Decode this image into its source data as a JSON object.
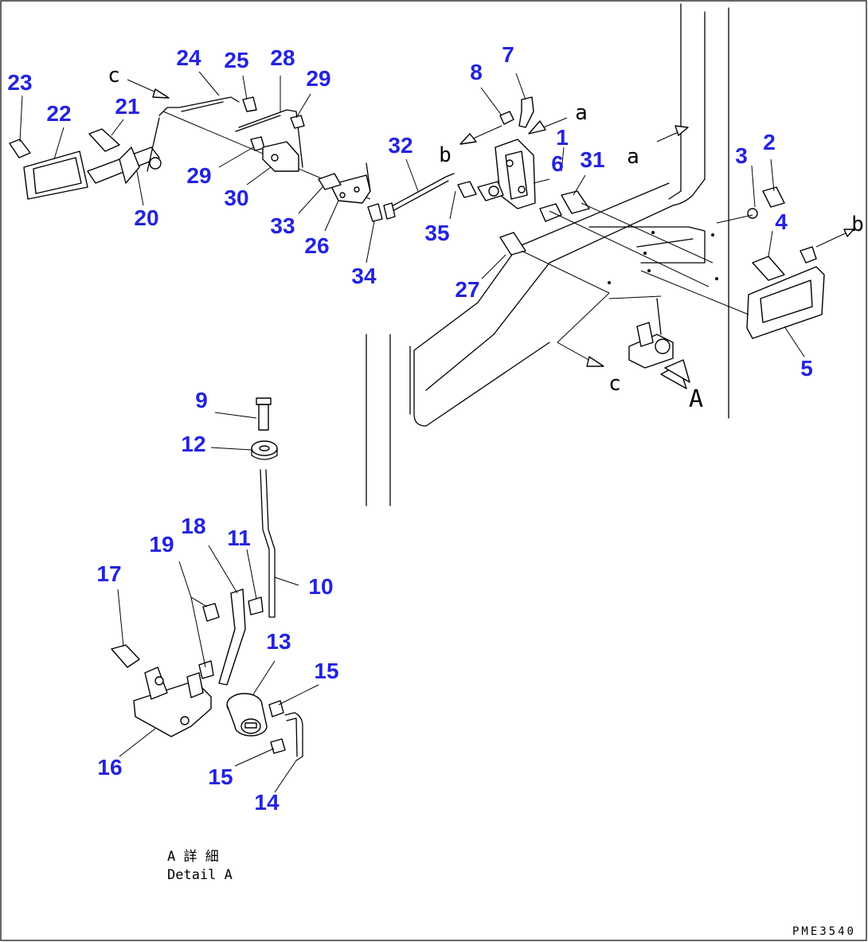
{
  "callouts": {
    "n1": "1",
    "n2": "2",
    "n3": "3",
    "n4": "4",
    "n5": "5",
    "n6": "6",
    "n7": "7",
    "n8": "8",
    "n9": "9",
    "n10": "10",
    "n11": "11",
    "n12": "12",
    "n13": "13",
    "n14": "14",
    "n15a": "15",
    "n15b": "15",
    "n16": "16",
    "n17": "17",
    "n18": "18",
    "n19": "19",
    "n20": "20",
    "n21": "21",
    "n22": "22",
    "n23": "23",
    "n24": "24",
    "n25": "25",
    "n26": "26",
    "n27": "27",
    "n28": "28",
    "n29a": "29",
    "n29b": "29",
    "n30": "30",
    "n31": "31",
    "n32": "32",
    "n33": "33",
    "n34": "34",
    "n35": "35"
  },
  "connectors": {
    "a1": "a",
    "a2": "a",
    "b1": "b",
    "b2": "b",
    "c1": "c",
    "c2": "c",
    "view": "A"
  },
  "caption": {
    "line1": "A 詳 細",
    "line2": "Detail A"
  },
  "drawing_code": "PME3540",
  "colors": {
    "callout": "#2323e0",
    "line": "#000000",
    "background": "#ffffff"
  }
}
